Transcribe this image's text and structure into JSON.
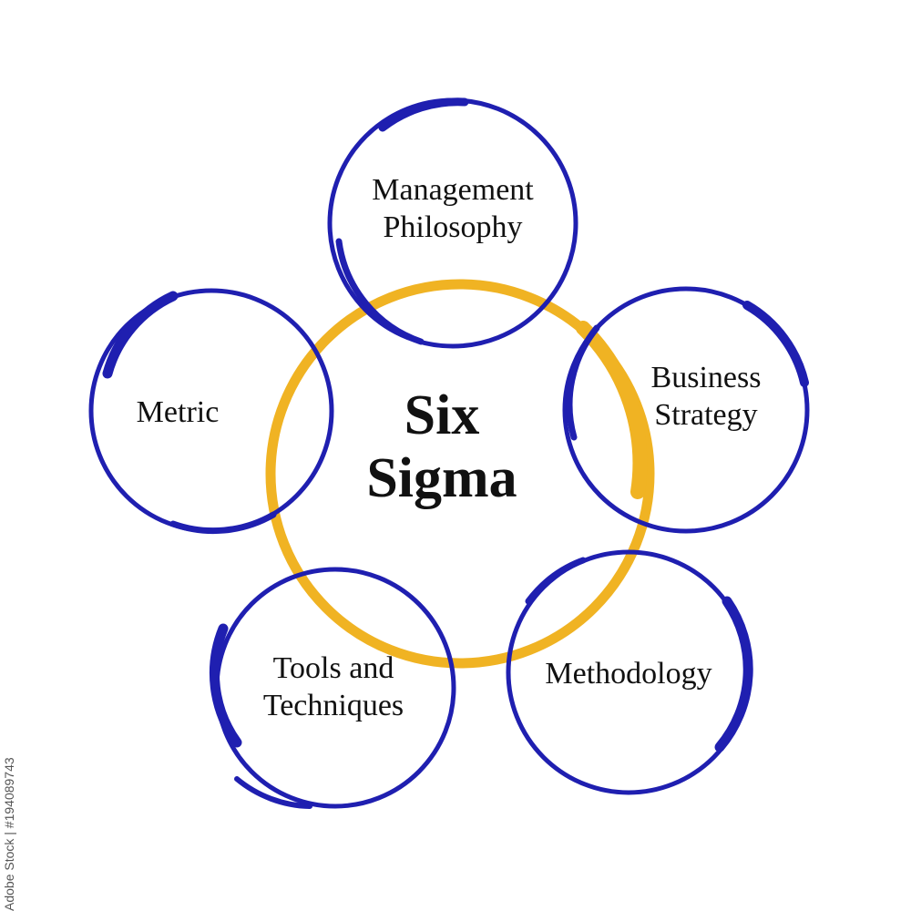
{
  "diagram": {
    "center": {
      "line1": "Six",
      "line2": "Sigma"
    },
    "satellites": {
      "management": {
        "line1": "Management",
        "line2": "Philosophy"
      },
      "business": {
        "line1": "Business",
        "line2": "Strategy"
      },
      "methodology": {
        "line1": "Methodology"
      },
      "tools": {
        "line1": "Tools and",
        "line2": "Techniques"
      },
      "metric": {
        "line1": "Metric"
      }
    },
    "colors": {
      "ring": "#1f1fb0",
      "center_ring": "#f0b323",
      "text": "#111111",
      "background": "#ffffff"
    }
  },
  "watermark": {
    "text": "Adobe Stock | #194089743"
  }
}
